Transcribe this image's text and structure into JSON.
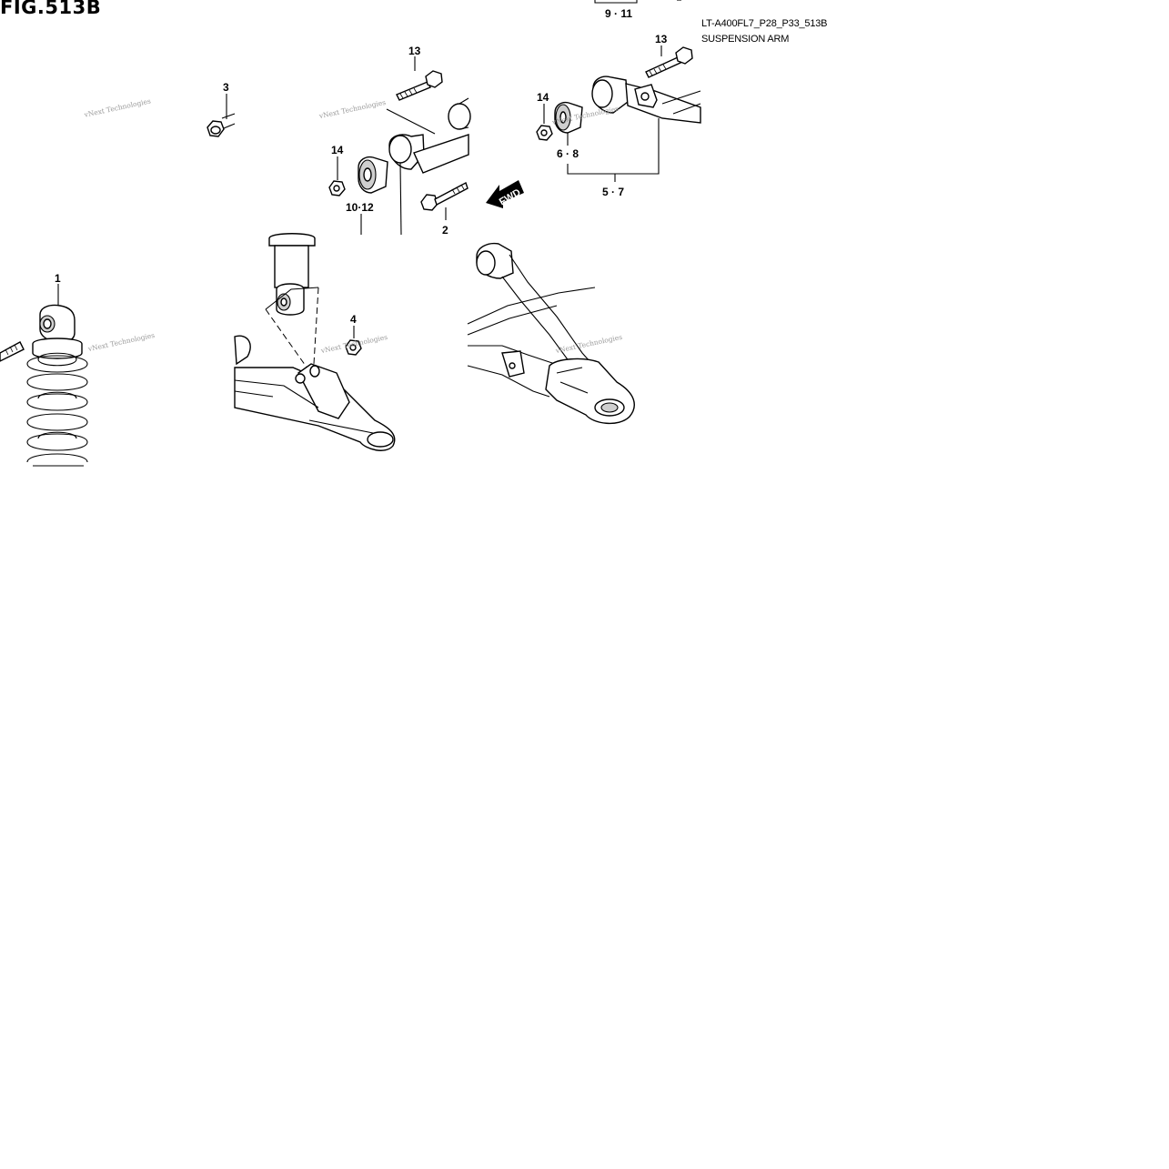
{
  "figure": {
    "title": "FIG.513B",
    "code": "LT-A400FL7_P28_P33_513B",
    "name": "SUSPENSION ARM"
  },
  "callouts": {
    "p1": "1",
    "p2": "2",
    "p3": "3",
    "p4": "4",
    "p5_7": "5 · 7",
    "p6_8": "6 · 8",
    "p9_11": "9 · 11",
    "p10_12": "10·12",
    "p13_upper_left": "13",
    "p13_upper_right": "13",
    "p14_left": "14",
    "p14_right": "14"
  },
  "direction_arrow": {
    "label": "FWD"
  },
  "watermark": {
    "text": "vNext Technologies"
  },
  "colors": {
    "line": "#000000",
    "background": "#ffffff",
    "watermark": "#9a9a9a"
  }
}
